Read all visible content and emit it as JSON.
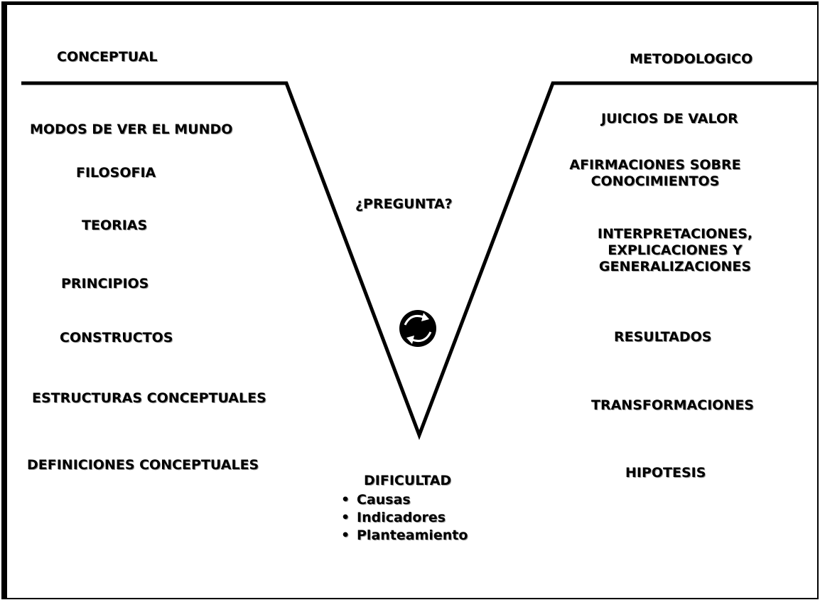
{
  "headers": {
    "left": "CONCEPTUAL",
    "right": "METODOLOGICO"
  },
  "left_items": [
    "MODOS DE VER EL MUNDO",
    "FILOSOFIA",
    "TEORIAS",
    "PRINCIPIOS",
    "CONSTRUCTOS",
    "ESTRUCTURAS CONCEPTUALES",
    "DEFINICIONES CONCEPTUALES"
  ],
  "right_items": [
    "JUICIOS DE VALOR",
    "AFIRMACIONES SOBRE CONOCIMIENTOS",
    "INTERPRETACIONES, EXPLICACIONES Y GENERALIZACIONES",
    "RESULTADOS",
    "TRANSFORMACIONES",
    "HIPOTESIS"
  ],
  "center": {
    "question": "¿PREGUNTA?",
    "icon": "cycle-icon",
    "difficulty": {
      "title": "DIFICULTAD",
      "bullets": [
        "Causas",
        "Indicadores",
        "Planteamiento"
      ]
    }
  }
}
